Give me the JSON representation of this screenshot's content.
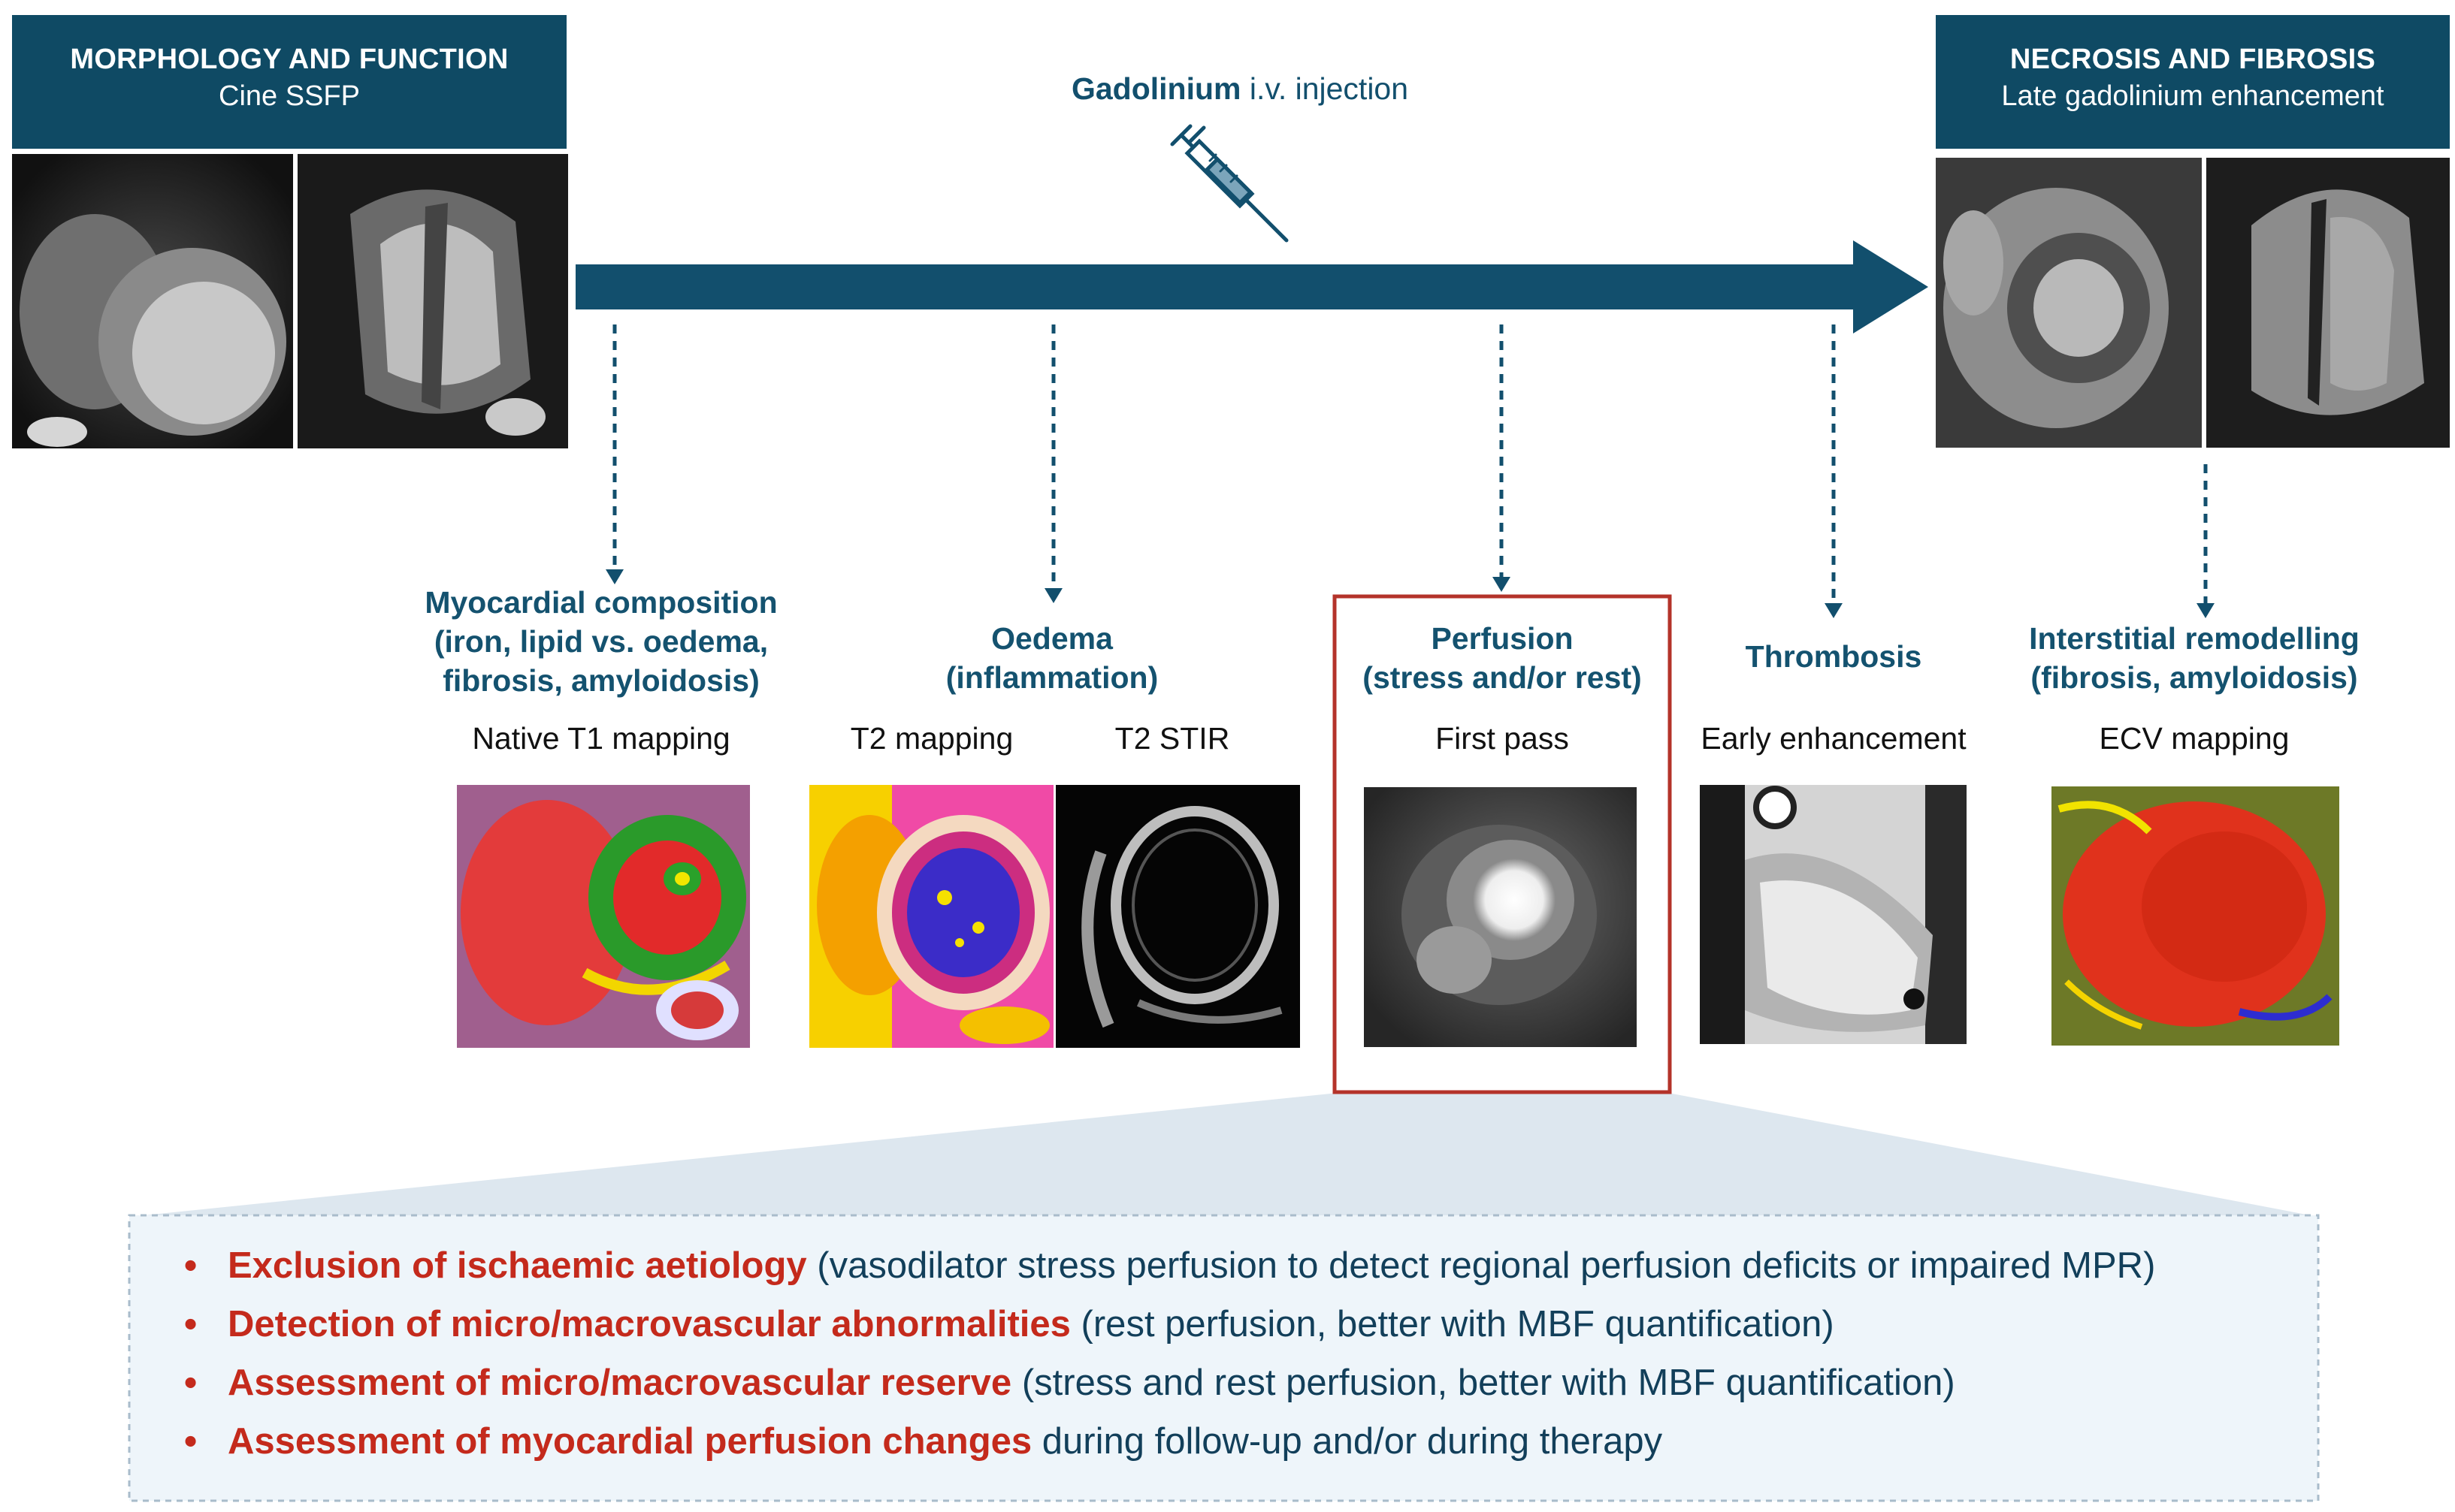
{
  "headers": {
    "morphology": {
      "title": "MORPHOLOGY AND FUNCTION",
      "subtitle": "Cine SSFP"
    },
    "necrosis": {
      "title": "NECROSIS AND FIBROSIS",
      "subtitle": "Late gadolinium enhancement"
    }
  },
  "injection": {
    "bold": "Gadolinium",
    "rest": " i.v. injection"
  },
  "sections": [
    {
      "title_lines": [
        "Myocardial composition",
        "(iron, lipid vs. oedema,",
        "fibrosis, amyloidosis)"
      ],
      "labels": [
        "Native T1 mapping"
      ]
    },
    {
      "title_lines": [
        "Oedema",
        "(inflammation)"
      ],
      "labels": [
        "T2 mapping",
        "T2 STIR"
      ]
    },
    {
      "title_lines": [
        "Perfusion",
        "(stress and/or rest)"
      ],
      "labels": [
        "First pass"
      ]
    },
    {
      "title_lines": [
        "Thrombosis"
      ],
      "labels": [
        "Early enhancement"
      ]
    },
    {
      "title_lines": [
        "Interstitial remodelling",
        "(fibrosis, amyloidosis)"
      ],
      "labels": [
        "ECV mapping"
      ]
    }
  ],
  "bullets": [
    {
      "bold": "Exclusion of ischaemic aetiology",
      "rest": " (vasodilator stress perfusion to detect regional perfusion deficits or impaired MPR)"
    },
    {
      "bold": "Detection of micro/macrovascular abnormalities",
      "rest": " (rest perfusion, better with MBF quantification)"
    },
    {
      "bold": "Assessment of micro/macrovascular reserve",
      "rest": " (stress and rest perfusion, better with MBF quantification)"
    },
    {
      "bold": "Assessment of myocardial perfusion changes",
      "rest": " during follow-up and/or during therapy"
    }
  ],
  "bullet_symbol": "•",
  "colors": {
    "header_bg": "#0f4a64",
    "arrow": "#124f6d",
    "highlight_border": "#b4332a",
    "bullet_red": "#c42a1c",
    "panel_bg": "#eef5fa"
  }
}
